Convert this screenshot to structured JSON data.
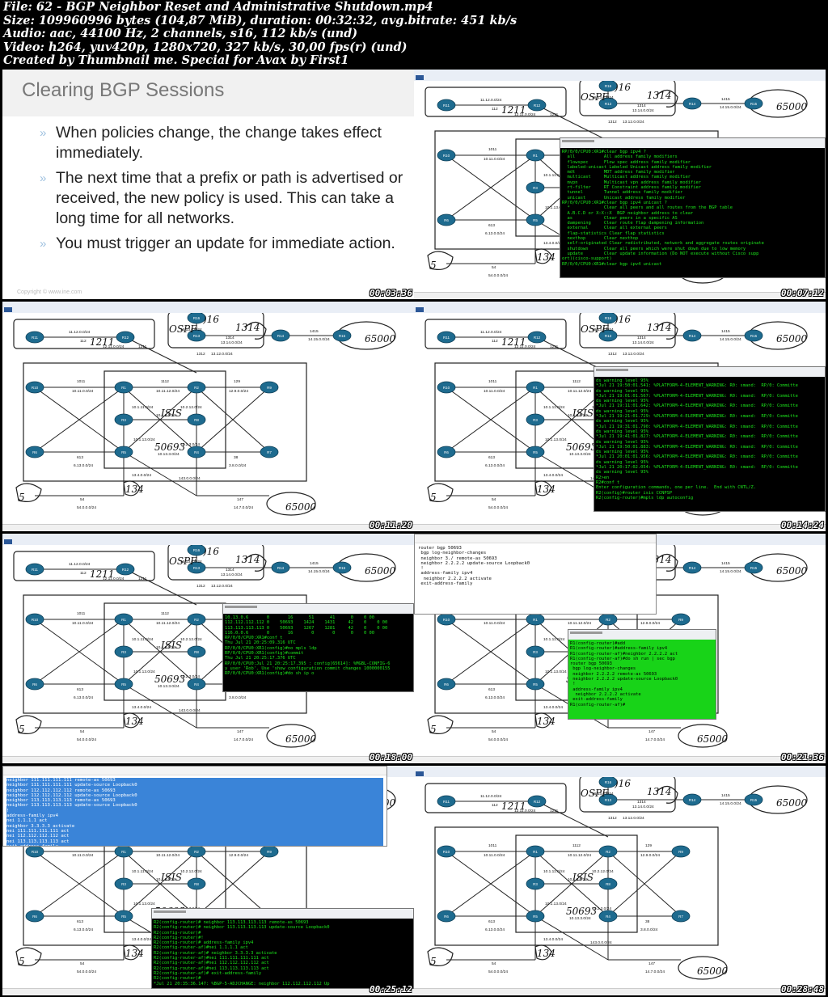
{
  "header": {
    "lines": [
      "File: 62 - BGP Neighbor Reset and Administrative Shutdown.mp4",
      "Size: 109960996 bytes (104,87 MiB), duration: 00:32:32, avg.bitrate: 451 kb/s",
      "Audio: aac, 44100 Hz, 2 channels, s16, 112 kb/s (und)",
      "Video: h264, yuv420p, 1280x720, 327 kb/s, 30,00 fps(r) (und)",
      "Created by Thumbnail me. Special for Avax by First1"
    ]
  },
  "slide": {
    "title": "Clearing BGP Sessions",
    "bullet_mark": "»",
    "bullets": [
      "When policies change, the change takes effect immediately.",
      "The next time that a prefix or path is advertised or received, the new policy is used. This can take a long time for all networks.",
      "You must trigger an update for immediate action."
    ],
    "copyright": "Copyright © www.ine.com"
  },
  "timestamps": [
    "00:03:36",
    "00:07:12",
    "00:11:20",
    "00:14:24",
    "00:18:00",
    "00:21:36",
    "00:25:12",
    "00:28:48"
  ],
  "diagram": {
    "labels": {
      "as16": ")16",
      "ospf": "OSPF",
      "ann1314": "1314",
      "as65000": "65000",
      "isis": "ISIS",
      "as50693": "50693",
      "as65000b": "65000",
      "as5": "5",
      "as134": "134",
      "as1211": "1211"
    },
    "subnets": {
      "s1613": "16.13.0.0/24",
      "s1112": "11.12.0.0/24",
      "s112": "112",
      "s1211net": "12.11.0.0/24",
      "s1211": "1211",
      "s1314net": "13.14.0.0/24",
      "s1314": "1314",
      "s1415": "1415",
      "s1415net": "14.15.0.0/24",
      "s1011": "1011",
      "s1011net": "10.11.0.0/24",
      "s1112b": "1112",
      "s1011b": "10.11.12.0/24",
      "s129": "129",
      "s129net": "12.9.0.0/24",
      "s111": "10.1.11.0/24",
      "s212": "10.2.12.0/24",
      "s12": "10.1.2.0/24",
      "s113": "10.1.13.0/24",
      "s23": "10.2.3.0/24",
      "s133": "10.13.3.0/24",
      "s613": "613",
      "s613net": "6.13.0.0/24",
      "s38": "38",
      "s38net": "3.8.0.0/24",
      "s134net": "13.4.0.0/24",
      "s143": "143.0.0.0/24",
      "s54": "54",
      "s54net": "54.0.0.0/24",
      "s147": "147",
      "s147net": "14.7.0.0/24",
      "s1312": "1312",
      "s1312net": "13.12.0.0/24"
    },
    "routers": [
      "R11",
      "R12",
      "R13",
      "R14",
      "R15",
      "R10",
      "R1",
      "R2",
      "R9",
      "R3",
      "R6",
      "R8",
      "R5",
      "R4",
      "R7",
      "R16"
    ]
  },
  "terminals": {
    "t2": [
      "RP/0/0/CPU0:XR1#clear bgp ipv4 ?",
      "  all           All address family modifiers",
      "  flowspec      Flow spec address family modifier",
      "  labeled-unicast Labeled Unicast address family modifier",
      "  mdt           MDT address family modifier",
      "  multicast     Multicast address family modifier",
      "  mvpn          Multicast vpn address family modifier",
      "  rt-filter     RT Constraint address family modifier",
      "  tunnel        Tunnel address family modifier",
      "  unicast       Unicast address family modifier",
      "RP/0/0/CPU0:XR1#clear bgp ipv4 unicast ?",
      "  *             Clear all peers and all routes from the BGP table",
      "  A.B.C.D or X:X::X  BGP neighbor address to clear",
      "  as            Clear peers in a specific AS",
      "  dampening     Clear route flap dampening information",
      "  external      Clear all external peers",
      "  flap-statistics Clear flap statistics",
      "  nexthop       Clear nexthop",
      "  self-originated Clear redistributed, network and aggregate routes originate",
      "  shutdown      Clear all peers which were shut down due to low memory",
      "  update        Clear update information (Do NOT execute without Cisco supp",
      "ort)(cisco-support)",
      "RP/0/0/CPU0:XR1#clear bgp ipv4 unicast "
    ],
    "t4": [
      "ds warning level 95%",
      "*Jul 21 19:50:01.541: %PLATFORM-4-ELEMENT_WARNING: R0: smand:  RP/0: Committe",
      "ds warning level 95%",
      "*Jul 21 19:01:01.567: %PLATFORM-4-ELEMENT_WARNING: R0: smand:  RP/0: Committe",
      "ds warning level 95%",
      "*Jul 21 19:11:01.642: %PLATFORM-4-ELEMENT_WARNING: R0: smand:  RP/0: Committe",
      "ds warning level 95%",
      "*Jul 21 19:21:01.729: %PLATFORM-4-ELEMENT_WARNING: R0: smand:  RP/0: Committe",
      "ds warning level 95%",
      "*Jul 21 19:31:01.790: %PLATFORM-4-ELEMENT_WARNING: R0: smand:  RP/0: Committe",
      "ds warning level 95%",
      "*Jul 21 19:41:01.827: %PLATFORM-4-ELEMENT_WARNING: R0: smand:  RP/0: Committe",
      "ds warning level 95%",
      "*Jul 21 19:50:01.883: %PLATFORM-4-ELEMENT_WARNING: R0: smand:  RP/0: Committe",
      "ds warning level 95%",
      "*Jul 21 20:01:01.956: %PLATFORM-4-ELEMENT_WARNING: R0: smand:  RP/0: Committe",
      "ds warning level 95%",
      "*Jul 21 20:17:02.054: %PLATFORM-4-ELEMENT_WARNING: R0: smand:  RP/0: Committe",
      "ds warning level 95%",
      "R2>en",
      "R2#conf t",
      "Enter configuration commands, one per line.  End with CNTL/Z.",
      "R2(config)#router isis CCNPSP",
      "R2(config-router)#mpls ldp autoconfig"
    ],
    "t5": [
      "10.13.0.6       0       16      51      41      0    0 00",
      "112.112.112.112 0    50693    1424    1431     42    0    0 00",
      "113.113.113.113 0    50693    1267    1281     42    0    0 00",
      "116.0.0.6       0       16       0       0      0    0 00",
      "",
      "RP/0/0/CPU0:XR1#conf t",
      "Thu Jul 21 20:25:09.316 UTC",
      "RP/0/0/CPU0:XR1(config)#no mpls ldp",
      "RP/0/0/CPU0:XR1(config)#commit",
      "Thu Jul 21 20:25:17.376 UTC",
      "RP/0/0/CPU0:Jul 21 20:25:17.395 : config[65614]: %MGBL-CONFIG-6",
      "y user 'Rob'. Use 'show configuration commit changes 1000000155",
      "RP/0/0/CPU0:XR1(config)#do sh ip o"
    ],
    "t6_note": [
      "router bgp 50693",
      " bgp log-neighbor-changes",
      " neighbor 3./ remote-as 50693",
      " neighbor 2.2.2.2 update-source Loopback0",
      " !",
      " address-family ipv4",
      "  neighbor 2.2.2.2 activate",
      " exit-address-family"
    ],
    "t6": [
      "R1(config-router)#add",
      "R1(config-router)#address-family ipv4",
      "R1(config-router-af)#neighbor 2.2.2.2 act",
      "R1(config-router-af)#do sh run | sec bgp",
      "router bgp 50693",
      " bgp log-neighbor-changes",
      " neighbor 2.2.2.2 remote-as 50693",
      " neighbor 2.2.2.2 update-source Loopback0",
      " !",
      " address-family ipv4",
      "  neighbor 2.2.2.2 activate",
      " exit-address-family",
      "R1(config-router-af)#"
    ],
    "t7_note": [
      "neighbor 111.111.111.111 remote-as 50693",
      "neighbor 111.111.111.111 update-source Loopback0",
      "neighbor 112.112.112.112 remote-as 50693",
      "neighbor 112.112.112.112 update-source Loopback0",
      "neighbor 113.113.113.113 remote-as 50693",
      "neighbor 113.113.113.113 update-source Loopback0",
      "",
      "!",
      "address-family ipv4",
      "nei 1.1.1.1 act",
      "neighbor 3.3.3.3 activate",
      "nei 111.111.111.111 act",
      "nei 112.112.112.112 act",
      "nei 113.113.113.113 act",
      "exit-address-family"
    ],
    "t7": [
      "R2(config-router)# neighbor 113.113.113.113 remote-as 50693",
      "R2(config-router)# neighbor 113.113.113.113 update-source Loopback0",
      "R2(config-router)#",
      "R2(config-router)#!",
      "R2(config-router)# address-family ipv4",
      "R2(config-router-af)#nei 1.1.1.1 act",
      "R2(config-router-af)# neighbor 3.3.3.3 activate",
      "R2(config-router-af)#nei 111.111.111.111 act",
      "R2(config-router-af)#nei 112.112.112.112 act",
      "R2(config-router-af)#nei 113.113.113.113 act",
      "R2(config-router-af)# exit-address-family",
      "R2(config-router)#",
      "*Jul 21 20:35:36.147: %BGP-5-ADJCHANGE: neighbor 112.112.112.112 Up"
    ]
  }
}
